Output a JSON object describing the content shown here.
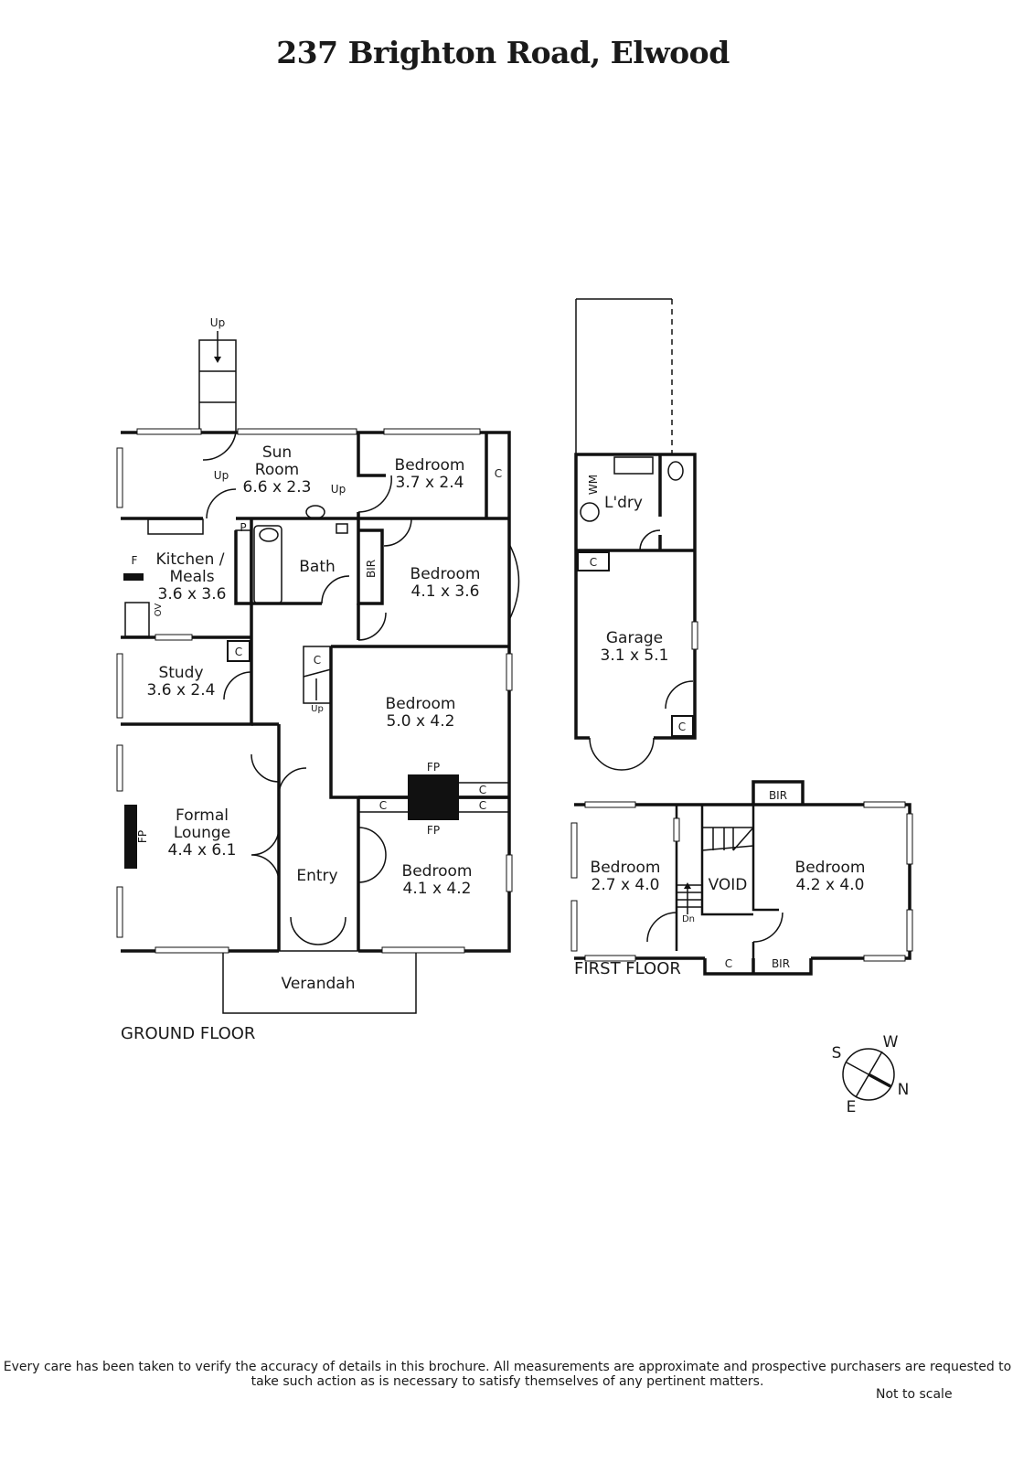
{
  "title": "237 Brighton Road, Elwood",
  "ground_floor": {
    "label": "GROUND FLOOR",
    "rooms": {
      "sun_room": {
        "name": "Sun\nRoom",
        "line1": "Sun",
        "line2": "Room",
        "size": "6.6 x 2.3"
      },
      "bedroom_a": {
        "name": "Bedroom",
        "size": "3.7 x 2.4"
      },
      "kitchen": {
        "line1": "Kitchen /",
        "line2": "Meals",
        "size": "3.6 x 3.6"
      },
      "bath": {
        "name": "Bath"
      },
      "bedroom_b": {
        "name": "Bedroom",
        "size": "4.1 x 3.6"
      },
      "study": {
        "name": "Study",
        "size": "3.6 x 2.4"
      },
      "bedroom_c": {
        "name": "Bedroom",
        "size": "5.0 x 4.2"
      },
      "lounge": {
        "line1": "Formal",
        "line2": "Lounge",
        "size": "4.4 x 6.1"
      },
      "entry": {
        "name": "Entry"
      },
      "bedroom_d": {
        "name": "Bedroom",
        "size": "4.1 x 4.2"
      },
      "verandah": {
        "name": "Verandah"
      }
    },
    "marks": {
      "up": "Up",
      "c": "C",
      "p": "P",
      "f": "F",
      "ov": "OV",
      "bir": "BIR",
      "fp": "FP"
    }
  },
  "outbuilding": {
    "laundry": {
      "name": "L'dry",
      "wm": "WM"
    },
    "garage": {
      "name": "Garage",
      "size": "3.1 x 5.1"
    },
    "c": "C"
  },
  "first_floor": {
    "label": "FIRST FLOOR",
    "bedroom_a": {
      "name": "Bedroom",
      "size": "2.7 x 4.0"
    },
    "void": "VOID",
    "bedroom_b": {
      "name": "Bedroom",
      "size": "4.2 x 4.0"
    },
    "dn": "Dn",
    "bir": "BIR",
    "c": "C"
  },
  "compass": {
    "s": "S",
    "w": "W",
    "n": "N",
    "e": "E"
  },
  "disclaimer": "Every care has been taken to verify the accuracy of details in this brochure.  All measurements are approximate and prospective purchasers are requested to take such action as is necessary to satisfy themselves of any pertinent matters.",
  "not_to_scale": "Not to scale"
}
